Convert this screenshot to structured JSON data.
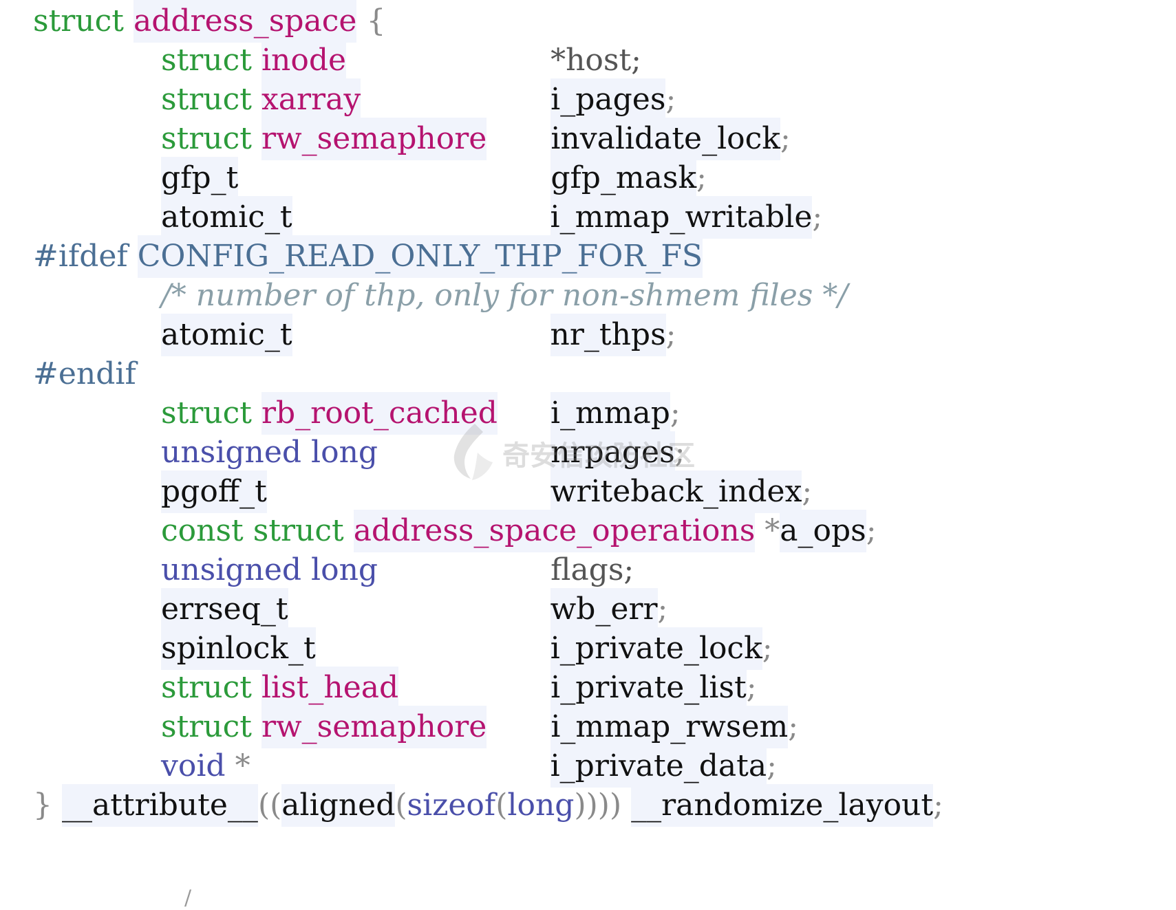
{
  "code": {
    "lines": [
      {
        "name": "code-line-struct-open",
        "indent": 0,
        "tokens": [
          {
            "t": "struct",
            "c": "kw"
          },
          {
            "t": " ",
            "c": "plain"
          },
          {
            "t": "address_space",
            "c": "type",
            "hl": true
          },
          {
            "t": " ",
            "c": "plain"
          },
          {
            "t": "{",
            "c": "punct"
          }
        ]
      },
      {
        "name": "code-line-host",
        "indent": 1,
        "tokens": [
          {
            "t": "struct",
            "c": "kw"
          },
          {
            "t": " ",
            "c": "plain"
          },
          {
            "t": "inode",
            "c": "type",
            "hl": true
          },
          {
            "t": "*host;",
            "c": "plain",
            "col": 2
          }
        ]
      },
      {
        "name": "code-line-i-pages",
        "indent": 1,
        "tokens": [
          {
            "t": "struct",
            "c": "kw"
          },
          {
            "t": " ",
            "c": "plain"
          },
          {
            "t": "xarray",
            "c": "type",
            "hl": true
          },
          {
            "t": "i_pages",
            "c": "id",
            "hl": true,
            "col": 2
          },
          {
            "t": ";",
            "c": "punct"
          }
        ]
      },
      {
        "name": "code-line-invalidate-lock",
        "indent": 1,
        "tokens": [
          {
            "t": "struct",
            "c": "kw"
          },
          {
            "t": " ",
            "c": "plain"
          },
          {
            "t": "rw_semaphore",
            "c": "type",
            "hl": true
          },
          {
            "t": "invalidate_lock",
            "c": "id",
            "hl": true,
            "col": 2
          },
          {
            "t": ";",
            "c": "punct"
          }
        ]
      },
      {
        "name": "code-line-gfp-mask",
        "indent": 1,
        "tokens": [
          {
            "t": "gfp_t",
            "c": "id",
            "hl": true
          },
          {
            "t": "gfp_mask",
            "c": "id",
            "hl": true,
            "col": 2
          },
          {
            "t": ";",
            "c": "punct"
          }
        ]
      },
      {
        "name": "code-line-i-mmap-writable",
        "indent": 1,
        "tokens": [
          {
            "t": "atomic_t",
            "c": "id",
            "hl": true
          },
          {
            "t": "i_mmap_writable",
            "c": "id",
            "hl": true,
            "col": 2
          },
          {
            "t": ";",
            "c": "punct"
          }
        ]
      },
      {
        "name": "code-line-ifdef",
        "indent": 0,
        "tokens": [
          {
            "t": "#ifdef",
            "c": "pre"
          },
          {
            "t": " ",
            "c": "plain"
          },
          {
            "t": "CONFIG_READ_ONLY_THP_FOR_FS",
            "c": "macro",
            "hl": true
          }
        ]
      },
      {
        "name": "code-line-comment",
        "indent": 1,
        "tokens": [
          {
            "t": "/* number of thp, only for non-shmem files */",
            "c": "comment"
          }
        ]
      },
      {
        "name": "code-line-nr-thps",
        "indent": 1,
        "tokens": [
          {
            "t": "atomic_t",
            "c": "id",
            "hl": true
          },
          {
            "t": "nr_thps",
            "c": "id",
            "hl": true,
            "col": 2
          },
          {
            "t": ";",
            "c": "punct"
          }
        ]
      },
      {
        "name": "code-line-endif",
        "indent": 0,
        "tokens": [
          {
            "t": "#endif",
            "c": "pre"
          }
        ]
      },
      {
        "name": "code-line-i-mmap",
        "indent": 1,
        "tokens": [
          {
            "t": "struct",
            "c": "kw"
          },
          {
            "t": " ",
            "c": "plain"
          },
          {
            "t": "rb_root_cached",
            "c": "type",
            "hl": true
          },
          {
            "t": "i_mmap",
            "c": "id",
            "hl": true,
            "col": 2
          },
          {
            "t": ";",
            "c": "punct"
          }
        ]
      },
      {
        "name": "code-line-nrpages",
        "indent": 1,
        "tokens": [
          {
            "t": "unsigned long",
            "c": "builtin"
          },
          {
            "t": "nrpages",
            "c": "id",
            "hl": true,
            "col": 2
          },
          {
            "t": ";",
            "c": "punct"
          }
        ]
      },
      {
        "name": "code-line-writeback-index",
        "indent": 1,
        "tokens": [
          {
            "t": "pgoff_t",
            "c": "id",
            "hl": true
          },
          {
            "t": "writeback_index",
            "c": "id",
            "hl": true,
            "col": 2
          },
          {
            "t": ";",
            "c": "punct"
          }
        ]
      },
      {
        "name": "code-line-a-ops",
        "indent": 1,
        "tokens": [
          {
            "t": "const",
            "c": "kw"
          },
          {
            "t": " ",
            "c": "plain"
          },
          {
            "t": "struct",
            "c": "kw"
          },
          {
            "t": " ",
            "c": "plain"
          },
          {
            "t": "address_space_operations",
            "c": "type",
            "hl": true
          },
          {
            "t": " ",
            "c": "plain"
          },
          {
            "t": "*",
            "c": "punct"
          },
          {
            "t": "a_ops",
            "c": "id",
            "hl": true
          },
          {
            "t": ";",
            "c": "punct"
          }
        ]
      },
      {
        "name": "code-line-flags",
        "indent": 1,
        "tokens": [
          {
            "t": "unsigned long",
            "c": "builtin"
          },
          {
            "t": "flags;",
            "c": "plain",
            "col": 2
          }
        ]
      },
      {
        "name": "code-line-wb-err",
        "indent": 1,
        "tokens": [
          {
            "t": "errseq_t",
            "c": "id",
            "hl": true
          },
          {
            "t": "wb_err",
            "c": "id",
            "hl": true,
            "col": 2
          },
          {
            "t": ";",
            "c": "punct"
          }
        ]
      },
      {
        "name": "code-line-i-private-lock",
        "indent": 1,
        "tokens": [
          {
            "t": "spinlock_t",
            "c": "id",
            "hl": true
          },
          {
            "t": "i_private_lock",
            "c": "id",
            "hl": true,
            "col": 2
          },
          {
            "t": ";",
            "c": "punct"
          }
        ]
      },
      {
        "name": "code-line-i-private-list",
        "indent": 1,
        "tokens": [
          {
            "t": "struct",
            "c": "kw"
          },
          {
            "t": " ",
            "c": "plain"
          },
          {
            "t": "list_head",
            "c": "type",
            "hl": true
          },
          {
            "t": "i_private_list",
            "c": "id",
            "hl": true,
            "col": 2
          },
          {
            "t": ";",
            "c": "punct"
          }
        ]
      },
      {
        "name": "code-line-i-mmap-rwsem",
        "indent": 1,
        "tokens": [
          {
            "t": "struct",
            "c": "kw"
          },
          {
            "t": " ",
            "c": "plain"
          },
          {
            "t": "rw_semaphore",
            "c": "type",
            "hl": true
          },
          {
            "t": "i_mmap_rwsem",
            "c": "id",
            "hl": true,
            "col": 2
          },
          {
            "t": ";",
            "c": "punct"
          }
        ]
      },
      {
        "name": "code-line-i-private-data",
        "indent": 1,
        "tokens": [
          {
            "t": "void",
            "c": "builtin"
          },
          {
            "t": " ",
            "c": "plain"
          },
          {
            "t": "*",
            "c": "punct"
          },
          {
            "t": "i_private_data",
            "c": "id",
            "hl": true,
            "col": 2
          },
          {
            "t": ";",
            "c": "punct"
          }
        ]
      },
      {
        "name": "code-line-struct-close",
        "indent": 0,
        "tokens": [
          {
            "t": "}",
            "c": "punct"
          },
          {
            "t": " ",
            "c": "plain"
          },
          {
            "t": "__attribute__",
            "c": "id",
            "hl": true
          },
          {
            "t": "((",
            "c": "punct"
          },
          {
            "t": "aligned",
            "c": "id",
            "hl": true
          },
          {
            "t": "(",
            "c": "punct"
          },
          {
            "t": "sizeof",
            "c": "builtin"
          },
          {
            "t": "(",
            "c": "punct"
          },
          {
            "t": "long",
            "c": "builtin"
          },
          {
            "t": "))))",
            "c": "punct"
          },
          {
            "t": " ",
            "c": "plain"
          },
          {
            "t": "__randomize_layout",
            "c": "id",
            "hl": true
          },
          {
            "t": ";",
            "c": "punct"
          }
        ]
      }
    ]
  },
  "watermark": {
    "text": "奇安信攻防社区",
    "icon": "shield-logo-icon"
  },
  "colors": {
    "keyword": "#2b9a3a",
    "type": "#b5136f",
    "builtin": "#4a4faa",
    "identifier": "#111111",
    "punctuation": "#8a8a8a",
    "preprocessor": "#4b6f94",
    "comment": "#8a9fa8",
    "highlight_bg": "#f1f4fc"
  }
}
